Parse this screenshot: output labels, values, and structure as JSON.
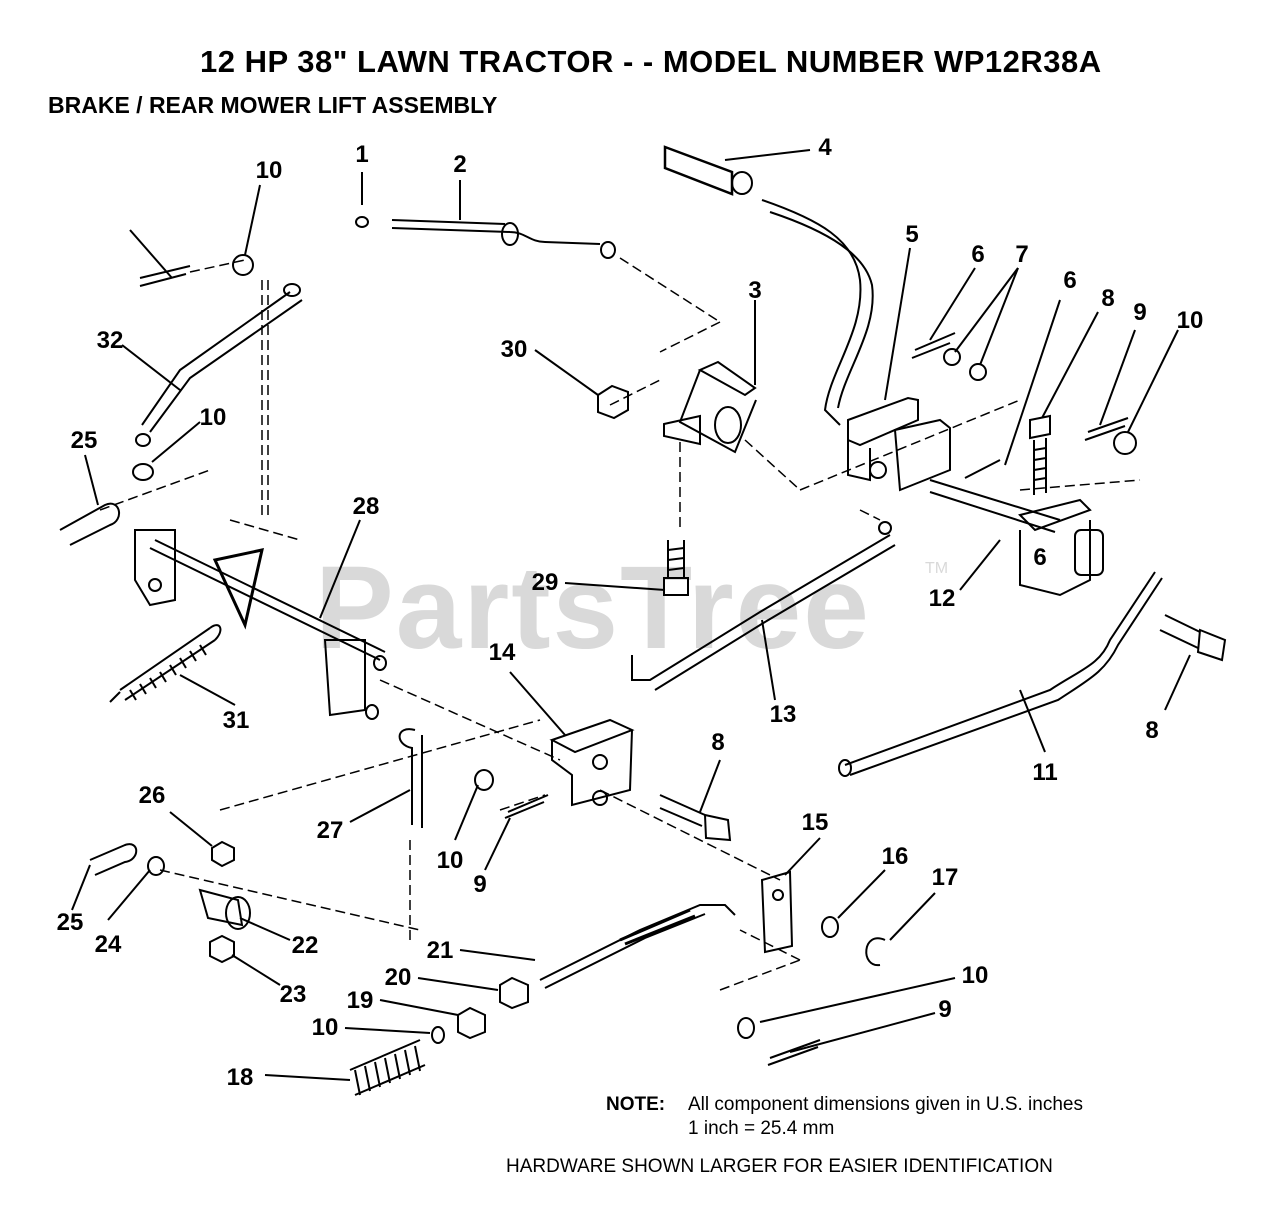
{
  "header": {
    "title": "12 HP 38\" LAWN TRACTOR - - MODEL NUMBER WP12R38A",
    "subtitle": "BRAKE / REAR MOWER LIFT ASSEMBLY"
  },
  "watermark": {
    "text": "PartsTree",
    "tm": "TM"
  },
  "callouts": [
    "1",
    "2",
    "3",
    "4",
    "5",
    "6",
    "6",
    "6",
    "7",
    "8",
    "8",
    "8",
    "9",
    "9",
    "9",
    "10",
    "10",
    "10",
    "10",
    "10",
    "10",
    "11",
    "12",
    "13",
    "14",
    "15",
    "16",
    "17",
    "18",
    "19",
    "20",
    "21",
    "22",
    "23",
    "24",
    "25",
    "25",
    "26",
    "27",
    "28",
    "29",
    "30",
    "31",
    "32"
  ],
  "note": {
    "label": "NOTE:",
    "line1": "All component dimensions given in U.S. inches",
    "line2": "1 inch = 25.4 mm",
    "hardware": "HARDWARE SHOWN LARGER FOR EASIER IDENTIFICATION"
  }
}
